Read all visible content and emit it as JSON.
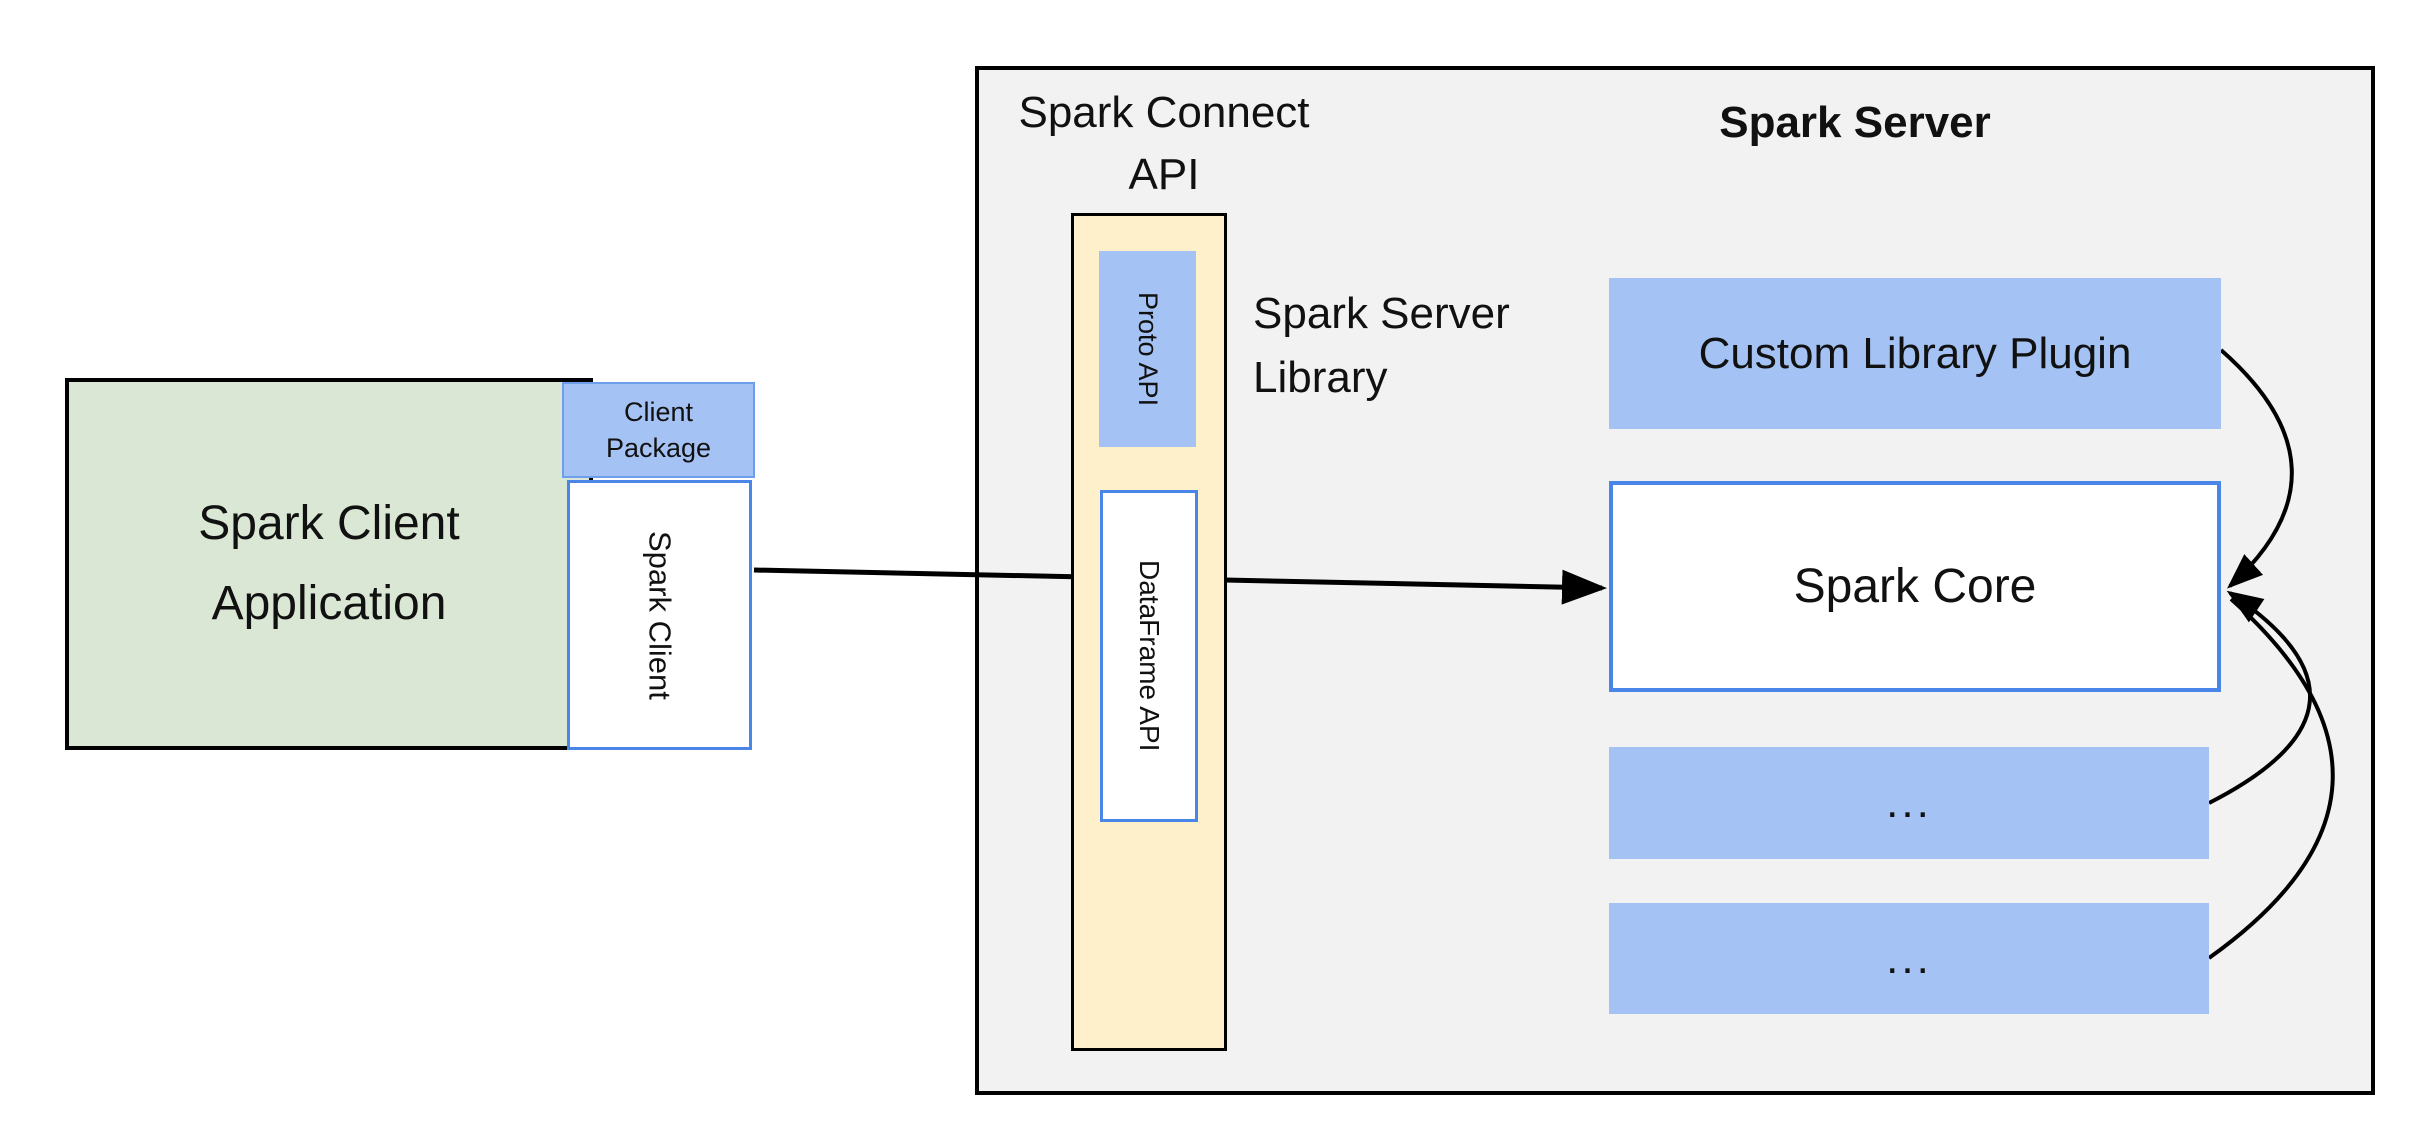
{
  "colors": {
    "server_box_fill": "#f2f2f2",
    "green_fill": "#dbe7d5",
    "blue_fill": "#a4c2f4",
    "blue_border": "#4a86e8",
    "yellow_fill": "#fdf0ca",
    "outline": "#000000"
  },
  "client": {
    "app_label_line1": "Spark Client",
    "app_label_line2": "Application",
    "package_label_line1": "Client",
    "package_label_line2": "Package",
    "spark_client_label": "Spark Client"
  },
  "connect_api": {
    "title_line1": "Spark Connect",
    "title_line2": "API",
    "proto_api_label": "Proto API",
    "dataframe_api_label": "DataFrame API",
    "server_library_line1": "Spark Server",
    "server_library_line2": "Library"
  },
  "server": {
    "title": "Spark Server",
    "custom_library_plugin_label": "Custom Library Plugin",
    "spark_core_label": "Spark Core",
    "plugin_placeholder_1": "...",
    "plugin_placeholder_2": "..."
  }
}
